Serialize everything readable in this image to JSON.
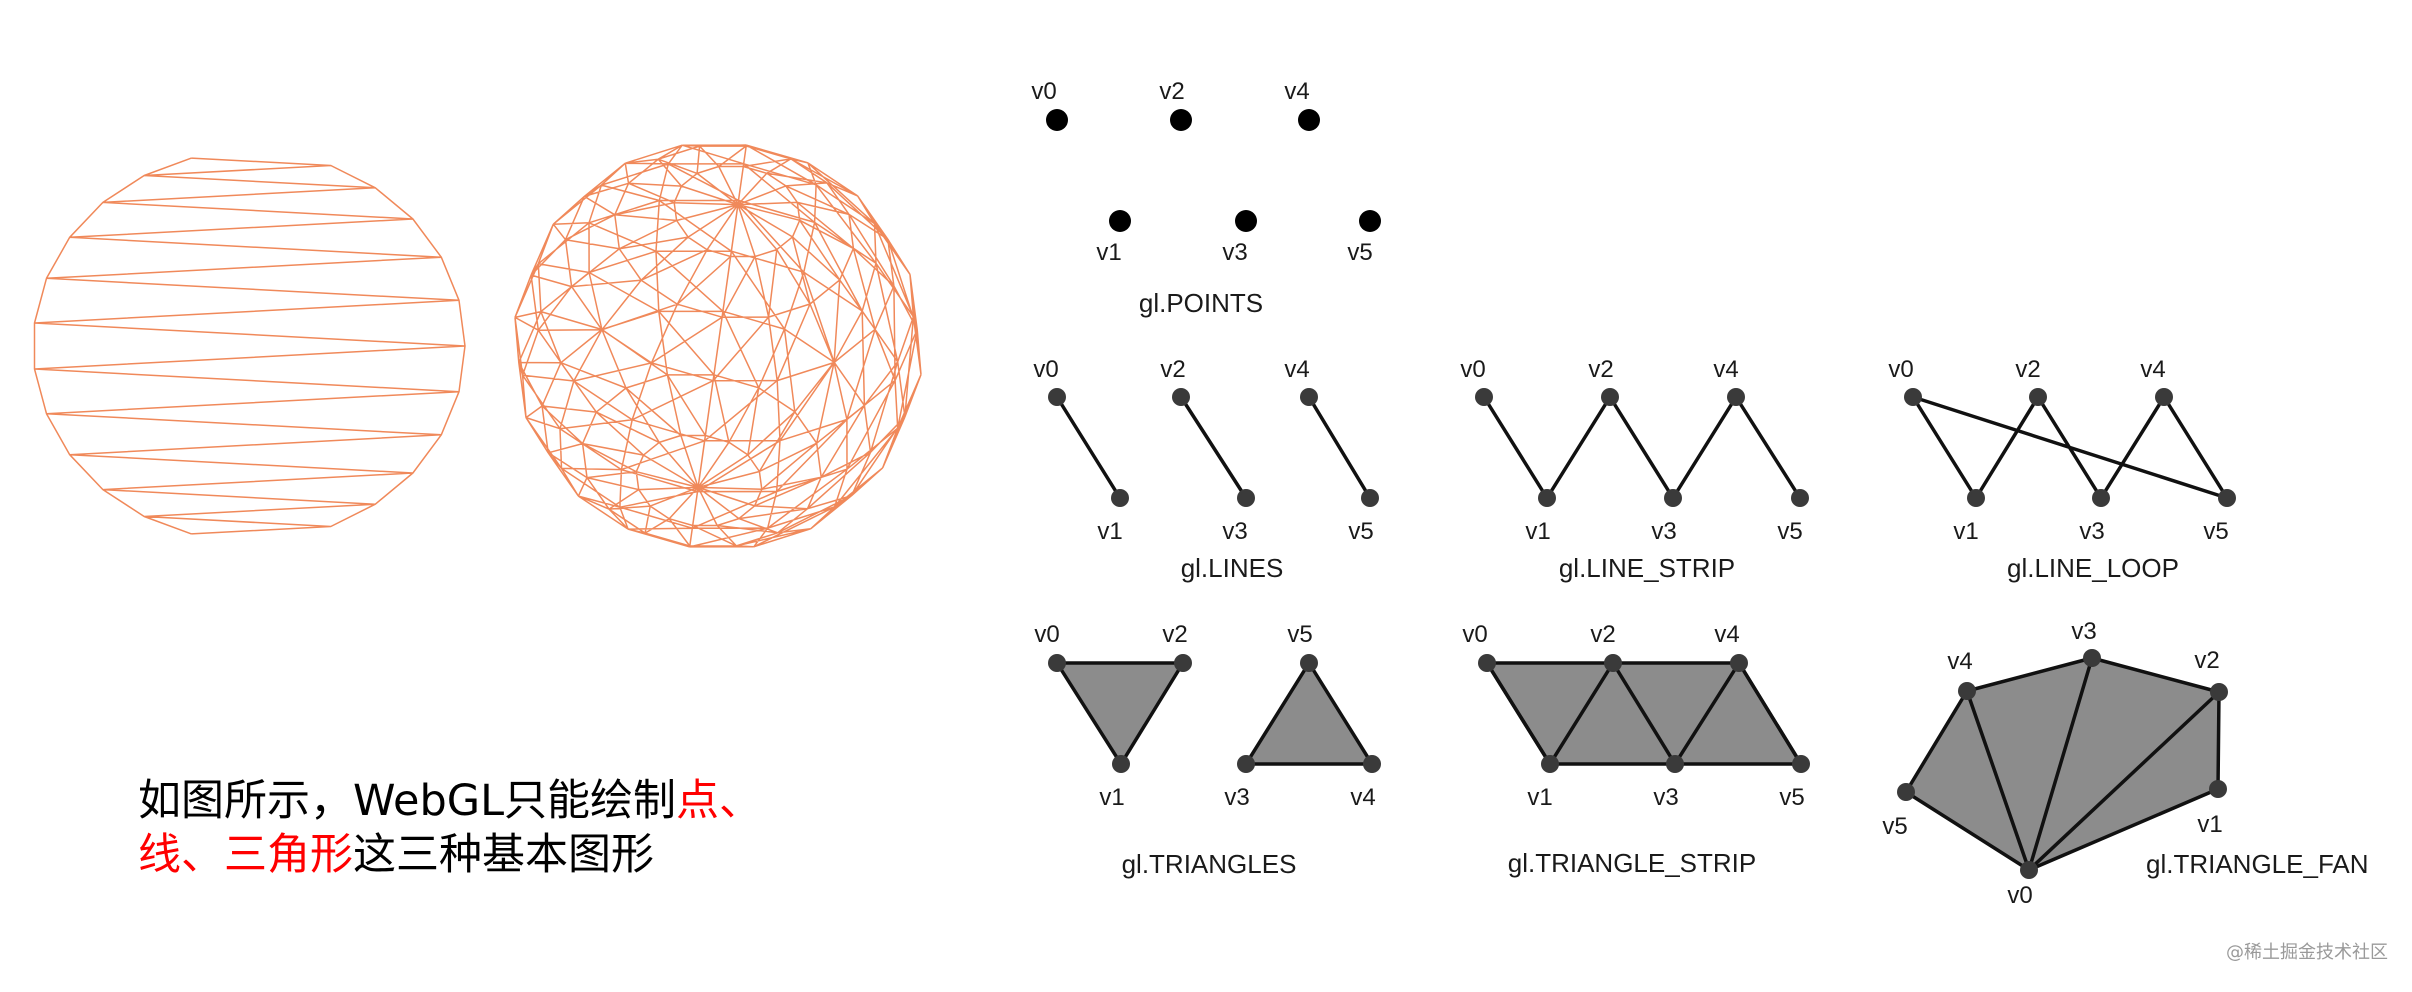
{
  "caption": {
    "part1": "如图所示，WebGL只能绘制",
    "part2": "点、",
    "part3": "线、三角形",
    "part4": "这三种基本图形"
  },
  "primitives": {
    "points": {
      "label": "gl.POINTS",
      "vertices": [
        "v0",
        "v1",
        "v2",
        "v3",
        "v4",
        "v5"
      ]
    },
    "lines": {
      "label": "gl.LINES",
      "vertices": [
        "v0",
        "v1",
        "v2",
        "v3",
        "v4",
        "v5"
      ]
    },
    "line_strip": {
      "label": "gl.LINE_STRIP",
      "vertices": [
        "v0",
        "v1",
        "v2",
        "v3",
        "v4",
        "v5"
      ]
    },
    "line_loop": {
      "label": "gl.LINE_LOOP",
      "vertices": [
        "v0",
        "v1",
        "v2",
        "v3",
        "v4",
        "v5"
      ]
    },
    "triangles": {
      "label": "gl.TRIANGLES",
      "vertices": [
        "v0",
        "v1",
        "v2",
        "v3",
        "v4",
        "v5"
      ]
    },
    "triangle_strip": {
      "label": "gl.TRIANGLE_STRIP",
      "vertices": [
        "v0",
        "v1",
        "v2",
        "v3",
        "v4",
        "v5"
      ]
    },
    "triangle_fan": {
      "label": "gl.TRIANGLE_FAN",
      "vertices": [
        "v0",
        "v1",
        "v2",
        "v3",
        "v4",
        "v5"
      ]
    }
  },
  "watermark": "@稀土掘金技术社区",
  "colors": {
    "text": "#000000",
    "highlight": "#ff0000",
    "wireframe": "#f0895a",
    "triangle_fill": "#8c8c8c"
  }
}
